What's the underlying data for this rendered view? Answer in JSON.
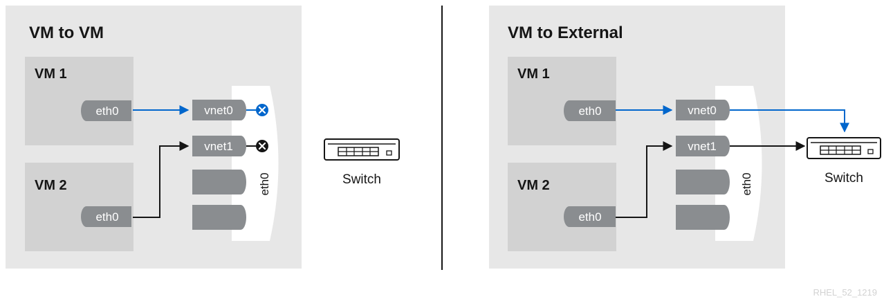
{
  "panels": [
    {
      "title": "VM to VM",
      "vm1": {
        "label": "VM 1",
        "nic": "eth0"
      },
      "vm2": {
        "label": "VM 2",
        "nic": "eth0"
      },
      "bridge": {
        "label": "eth0",
        "ports": [
          "vnet0",
          "vnet1",
          "",
          ""
        ]
      },
      "switch_label": "Switch"
    },
    {
      "title": "VM to External",
      "vm1": {
        "label": "VM 1",
        "nic": "eth0"
      },
      "vm2": {
        "label": "VM 2",
        "nic": "eth0"
      },
      "bridge": {
        "label": "eth0",
        "ports": [
          "vnet0",
          "vnet1",
          "",
          ""
        ]
      },
      "switch_label": "Switch"
    }
  ],
  "footer": "RHEL_52_1219",
  "colors": {
    "panel_bg": "#e7e7e7",
    "vm_box": "#d1d1d1",
    "port": "#8a8d90",
    "blue": "#0066cc",
    "black": "#151515",
    "divider": "#151515"
  }
}
